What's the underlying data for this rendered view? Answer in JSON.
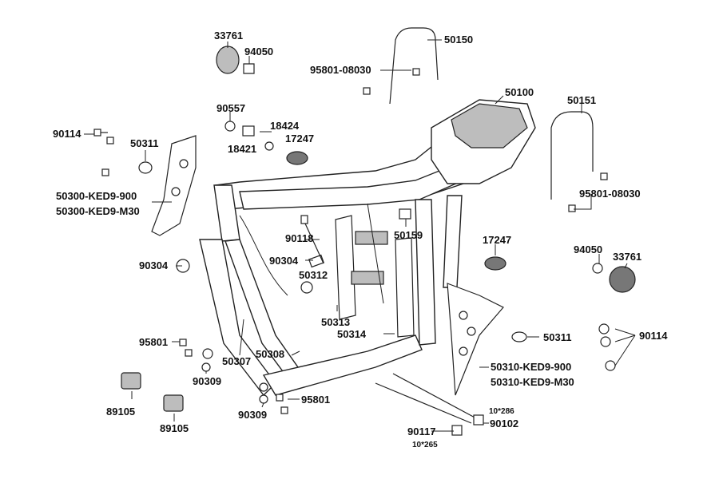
{
  "labels": [
    {
      "id": "33761-a",
      "text": "33761"
    },
    {
      "id": "94050-a",
      "text": "94050"
    },
    {
      "id": "50150",
      "text": "50150"
    },
    {
      "id": "95801-08030-a",
      "text": "95801-08030"
    },
    {
      "id": "50100",
      "text": "50100"
    },
    {
      "id": "50151",
      "text": "50151"
    },
    {
      "id": "90557",
      "text": "90557"
    },
    {
      "id": "18424",
      "text": "18424"
    },
    {
      "id": "18421",
      "text": "18421"
    },
    {
      "id": "17247-a",
      "text": "17247"
    },
    {
      "id": "90114-a",
      "text": "90114"
    },
    {
      "id": "50311-a",
      "text": "50311"
    },
    {
      "id": "50300-900",
      "text": "50300-KED9-900"
    },
    {
      "id": "50300-m30",
      "text": "50300-KED9-M30"
    },
    {
      "id": "95801-08030-b",
      "text": "95801-08030"
    },
    {
      "id": "90118",
      "text": "90118"
    },
    {
      "id": "50159",
      "text": "50159"
    },
    {
      "id": "17247-b",
      "text": "17247"
    },
    {
      "id": "90304-a",
      "text": "90304"
    },
    {
      "id": "90304-b",
      "text": "90304"
    },
    {
      "id": "50312",
      "text": "50312"
    },
    {
      "id": "94050-b",
      "text": "94050"
    },
    {
      "id": "33761-b",
      "text": "33761"
    },
    {
      "id": "50313",
      "text": "50313"
    },
    {
      "id": "50314",
      "text": "50314"
    },
    {
      "id": "50311-b",
      "text": "50311"
    },
    {
      "id": "90114-b",
      "text": "90114"
    },
    {
      "id": "95801-a",
      "text": "95801"
    },
    {
      "id": "50307",
      "text": "50307"
    },
    {
      "id": "50308",
      "text": "50308"
    },
    {
      "id": "90309-a",
      "text": "90309"
    },
    {
      "id": "50310-900",
      "text": "50310-KED9-900"
    },
    {
      "id": "50310-m30",
      "text": "50310-KED9-M30"
    },
    {
      "id": "95801-b",
      "text": "95801"
    },
    {
      "id": "89105-a",
      "text": "89105"
    },
    {
      "id": "90309-b",
      "text": "90309"
    },
    {
      "id": "89105-b",
      "text": "89105"
    },
    {
      "id": "90117",
      "text": "90117"
    },
    {
      "id": "90102",
      "text": "90102"
    }
  ],
  "sublabels": [
    {
      "id": "size-286",
      "text": "10*286"
    },
    {
      "id": "size-265",
      "text": "10*265"
    }
  ]
}
